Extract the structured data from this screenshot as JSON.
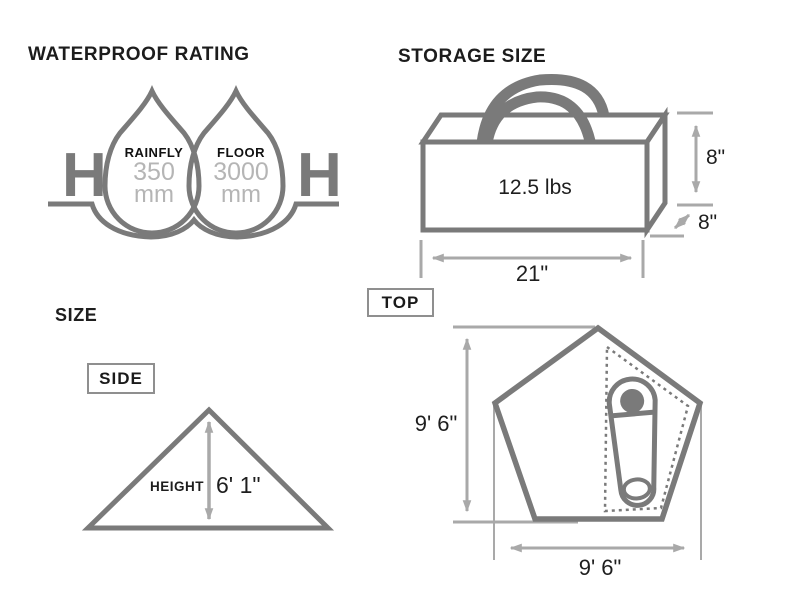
{
  "colors": {
    "shape_gray": "#7a7a7a",
    "dimension_gray": "#a9a9a9",
    "light_value_gray": "#b5b5b5",
    "text_black": "#1e1e1e"
  },
  "waterproof": {
    "title": "WATERPROOF RATING",
    "left_marker": "H",
    "right_marker": "H",
    "drops": [
      {
        "label": "RAINFLY",
        "value": "350",
        "unit": "mm"
      },
      {
        "label": "FLOOR",
        "value": "3000",
        "unit": "mm"
      }
    ]
  },
  "storage": {
    "title": "STORAGE SIZE",
    "weight": "12.5 lbs",
    "dims": {
      "height": "8\"",
      "depth": "8\"",
      "width": "21\""
    }
  },
  "size": {
    "title": "SIZE",
    "view_label": "SIDE",
    "height_label": "HEIGHT",
    "height_value": "6' 1\""
  },
  "top_view": {
    "view_label": "TOP",
    "depth": "9' 6\"",
    "width": "9' 6\""
  }
}
